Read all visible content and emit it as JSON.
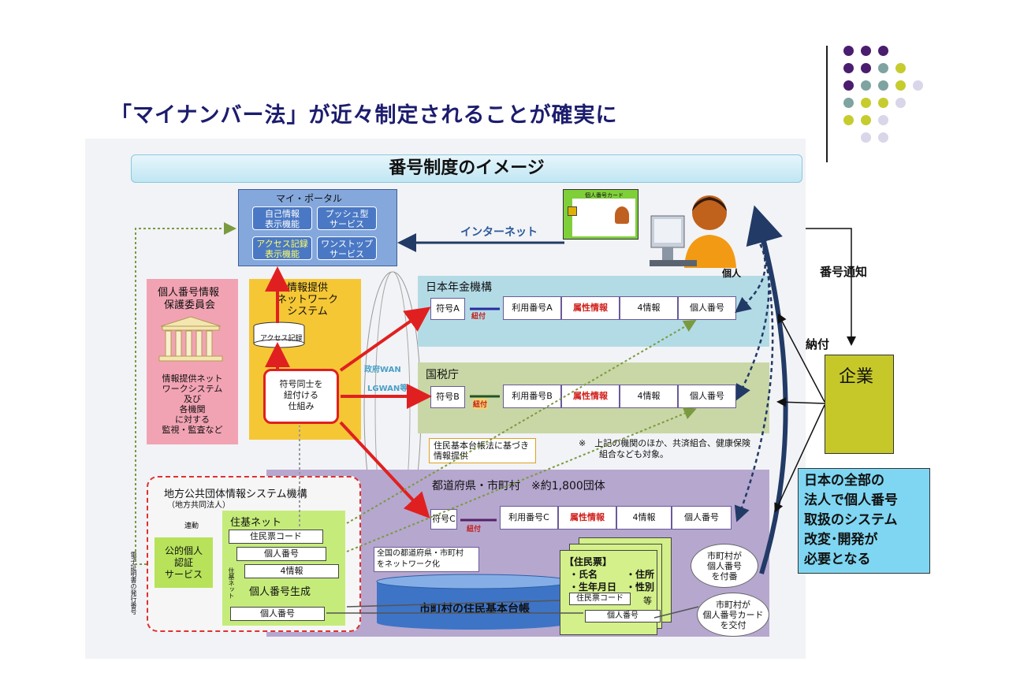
{
  "slide": {
    "title": "「マイナンバー法」が近々制定されることが確実に",
    "dots_colors": [
      "#4b1d6e",
      "#7ea3a0",
      "#c6cc2d",
      "#d8d6e8"
    ]
  },
  "diagram": {
    "banner": "番号制度のイメージ",
    "portal": {
      "title": "マイ・ポータル",
      "buttons": [
        {
          "l1": "自己情報",
          "l2": "表示機能"
        },
        {
          "l1": "プッシュ型",
          "l2": "サービス"
        },
        {
          "l1": "アクセス記録",
          "l2": "表示機能"
        },
        {
          "l1": "ワンストップ",
          "l2": "サービス"
        }
      ]
    },
    "internet": "インターネット",
    "individual": "個人",
    "card_title": "個人番号カード",
    "committee": {
      "l1": "個人番号情報",
      "l2": "保護委員会",
      "desc": [
        "情報提供ネット",
        "ワークシステム",
        "及び",
        "各機関",
        "に対する",
        "監視・監査など"
      ]
    },
    "network": {
      "l1": "情報提供",
      "l2": "ネットワーク",
      "l3": "システム",
      "access_log": "アクセス記録",
      "mech": [
        "符号同士を",
        "紐付ける",
        "仕組み"
      ]
    },
    "wan": {
      "l1": "政府WAN",
      "l2": "LGWAN等"
    },
    "pension": {
      "name": "日本年金機構",
      "code": "符号A",
      "link": "紐付",
      "cells": [
        "利用番号A",
        "属性情報",
        "4情報",
        "個人番号"
      ]
    },
    "tax": {
      "name": "国税庁",
      "code": "符号B",
      "link": "紐付",
      "cells": [
        "利用番号B",
        "属性情報",
        "4情報",
        "個人番号"
      ]
    },
    "local": {
      "name": "都道府県・市町村　※約1,800団体",
      "code": "符号C",
      "link": "紐付",
      "cells": [
        "利用番号C",
        "属性情報",
        "4情報",
        "個人番号"
      ]
    },
    "note_basic": [
      "住民基本台帳法に基づき",
      "情報提供"
    ],
    "note_other": [
      "※　上記の機関のほか、共済組合、健康保険",
      "組合なども対象。"
    ],
    "jlis": {
      "title": "地方公共団体情報システム機構",
      "subtitle": "（地方共同法人）",
      "public_auth": [
        "公的個人",
        "認証",
        "サービス"
      ],
      "link": "連動",
      "juki_net": "住基ネット",
      "juki_rows": [
        "住民票コード",
        "個人番号",
        "4情報"
      ],
      "gen_title": "個人番号生成",
      "gen_row": "個人番号",
      "side_label": "電子証明書の発行番号"
    },
    "vertical_note": "住基ネット",
    "network_note": [
      "全国の都道府県・市町村",
      "をネットワーク化"
    ],
    "ledger": "市町村の住民基本台帳",
    "resident_card": {
      "title": "【住民票】",
      "rows": [
        "・氏名　　　・住所",
        "・生年月日　・性別"
      ],
      "code": "住民票コード",
      "etc": "等",
      "number": "個人番号"
    },
    "cloud1": [
      "市町村が",
      "個人番号",
      "を付番"
    ],
    "cloud2": [
      "市町村が",
      "個人番号カード",
      "を交付"
    ],
    "notify": "番号通知",
    "pay": "納付",
    "company": "企業",
    "callout": [
      "日本の全部の",
      "法人で個人番号",
      "取扱のシステム",
      "改変･開発が",
      "必要となる"
    ]
  }
}
